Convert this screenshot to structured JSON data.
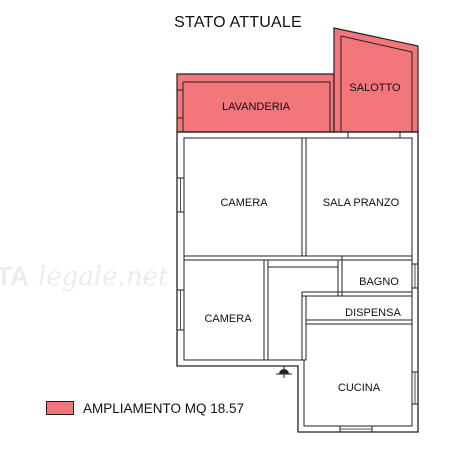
{
  "title": "STATO ATTUALE",
  "colors": {
    "extension_fill": "#f3777a",
    "extension_inner": "#f69496",
    "wall": "#222222",
    "watermark": "#ececec"
  },
  "watermark": {
    "caps": "TA",
    "text": "legale.net"
  },
  "rooms": {
    "lavanderia": "LAVANDERIA",
    "salotto": "SALOTTO",
    "camera_top": "CAMERA",
    "sala_pranzo": "SALA PRANZO",
    "bagno": "BAGNO",
    "camera_bottom": "CAMERA",
    "dispensa": "DISPENSA",
    "cucina": "CUCINA"
  },
  "legend": {
    "label": "AMPLIAMENTO MQ 18.57"
  }
}
